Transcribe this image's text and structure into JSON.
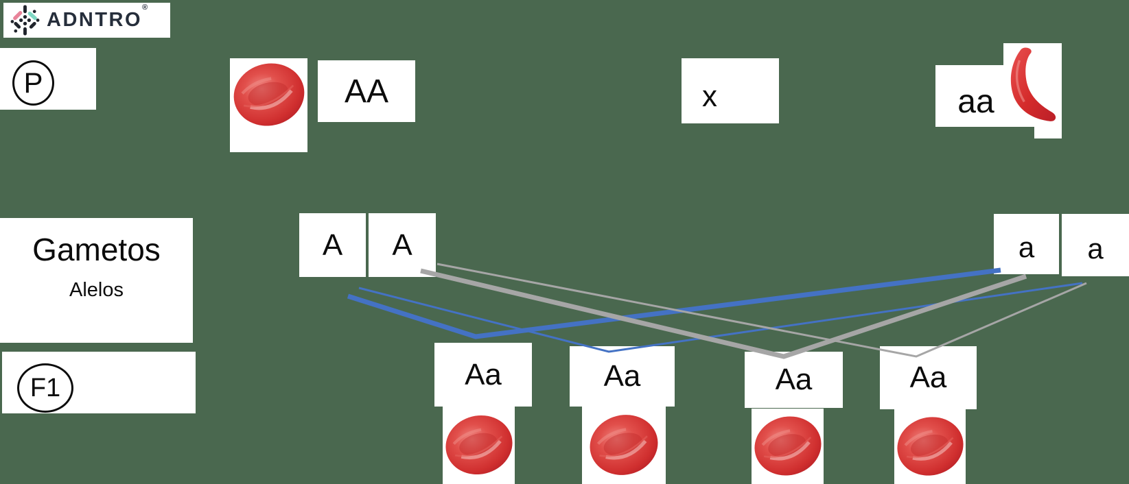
{
  "canvas": {
    "background_color": "#4a684f"
  },
  "logo": {
    "brand": "ADNTRO",
    "registered_mark": "®",
    "icon": "dna-dots-icon"
  },
  "generations": {
    "p_label": "P",
    "f1_label": "F1"
  },
  "gametes_panel": {
    "title": "Gametos",
    "subtitle": "Alelos"
  },
  "cross": {
    "left_parent": {
      "genotype": "AA",
      "cell": "red-blood-cell"
    },
    "symbol": "x",
    "right_parent": {
      "genotype": "aa",
      "cell": "sickle-cell"
    }
  },
  "gametes": {
    "left": [
      "A",
      "A"
    ],
    "right": [
      "a",
      "a"
    ]
  },
  "offspring": [
    {
      "genotype": "Aa",
      "cell": "red-blood-cell"
    },
    {
      "genotype": "Aa",
      "cell": "red-blood-cell"
    },
    {
      "genotype": "Aa",
      "cell": "red-blood-cell"
    },
    {
      "genotype": "Aa",
      "cell": "red-blood-cell"
    }
  ],
  "colors": {
    "background_green": "#4a684f",
    "line_blue": "#4472c4",
    "line_gray": "#a6a6a6",
    "cell_red": "#d63535",
    "logo_navy": "#262e3b",
    "logo_pink": "#e8849a",
    "logo_teal": "#7fd8c4"
  }
}
